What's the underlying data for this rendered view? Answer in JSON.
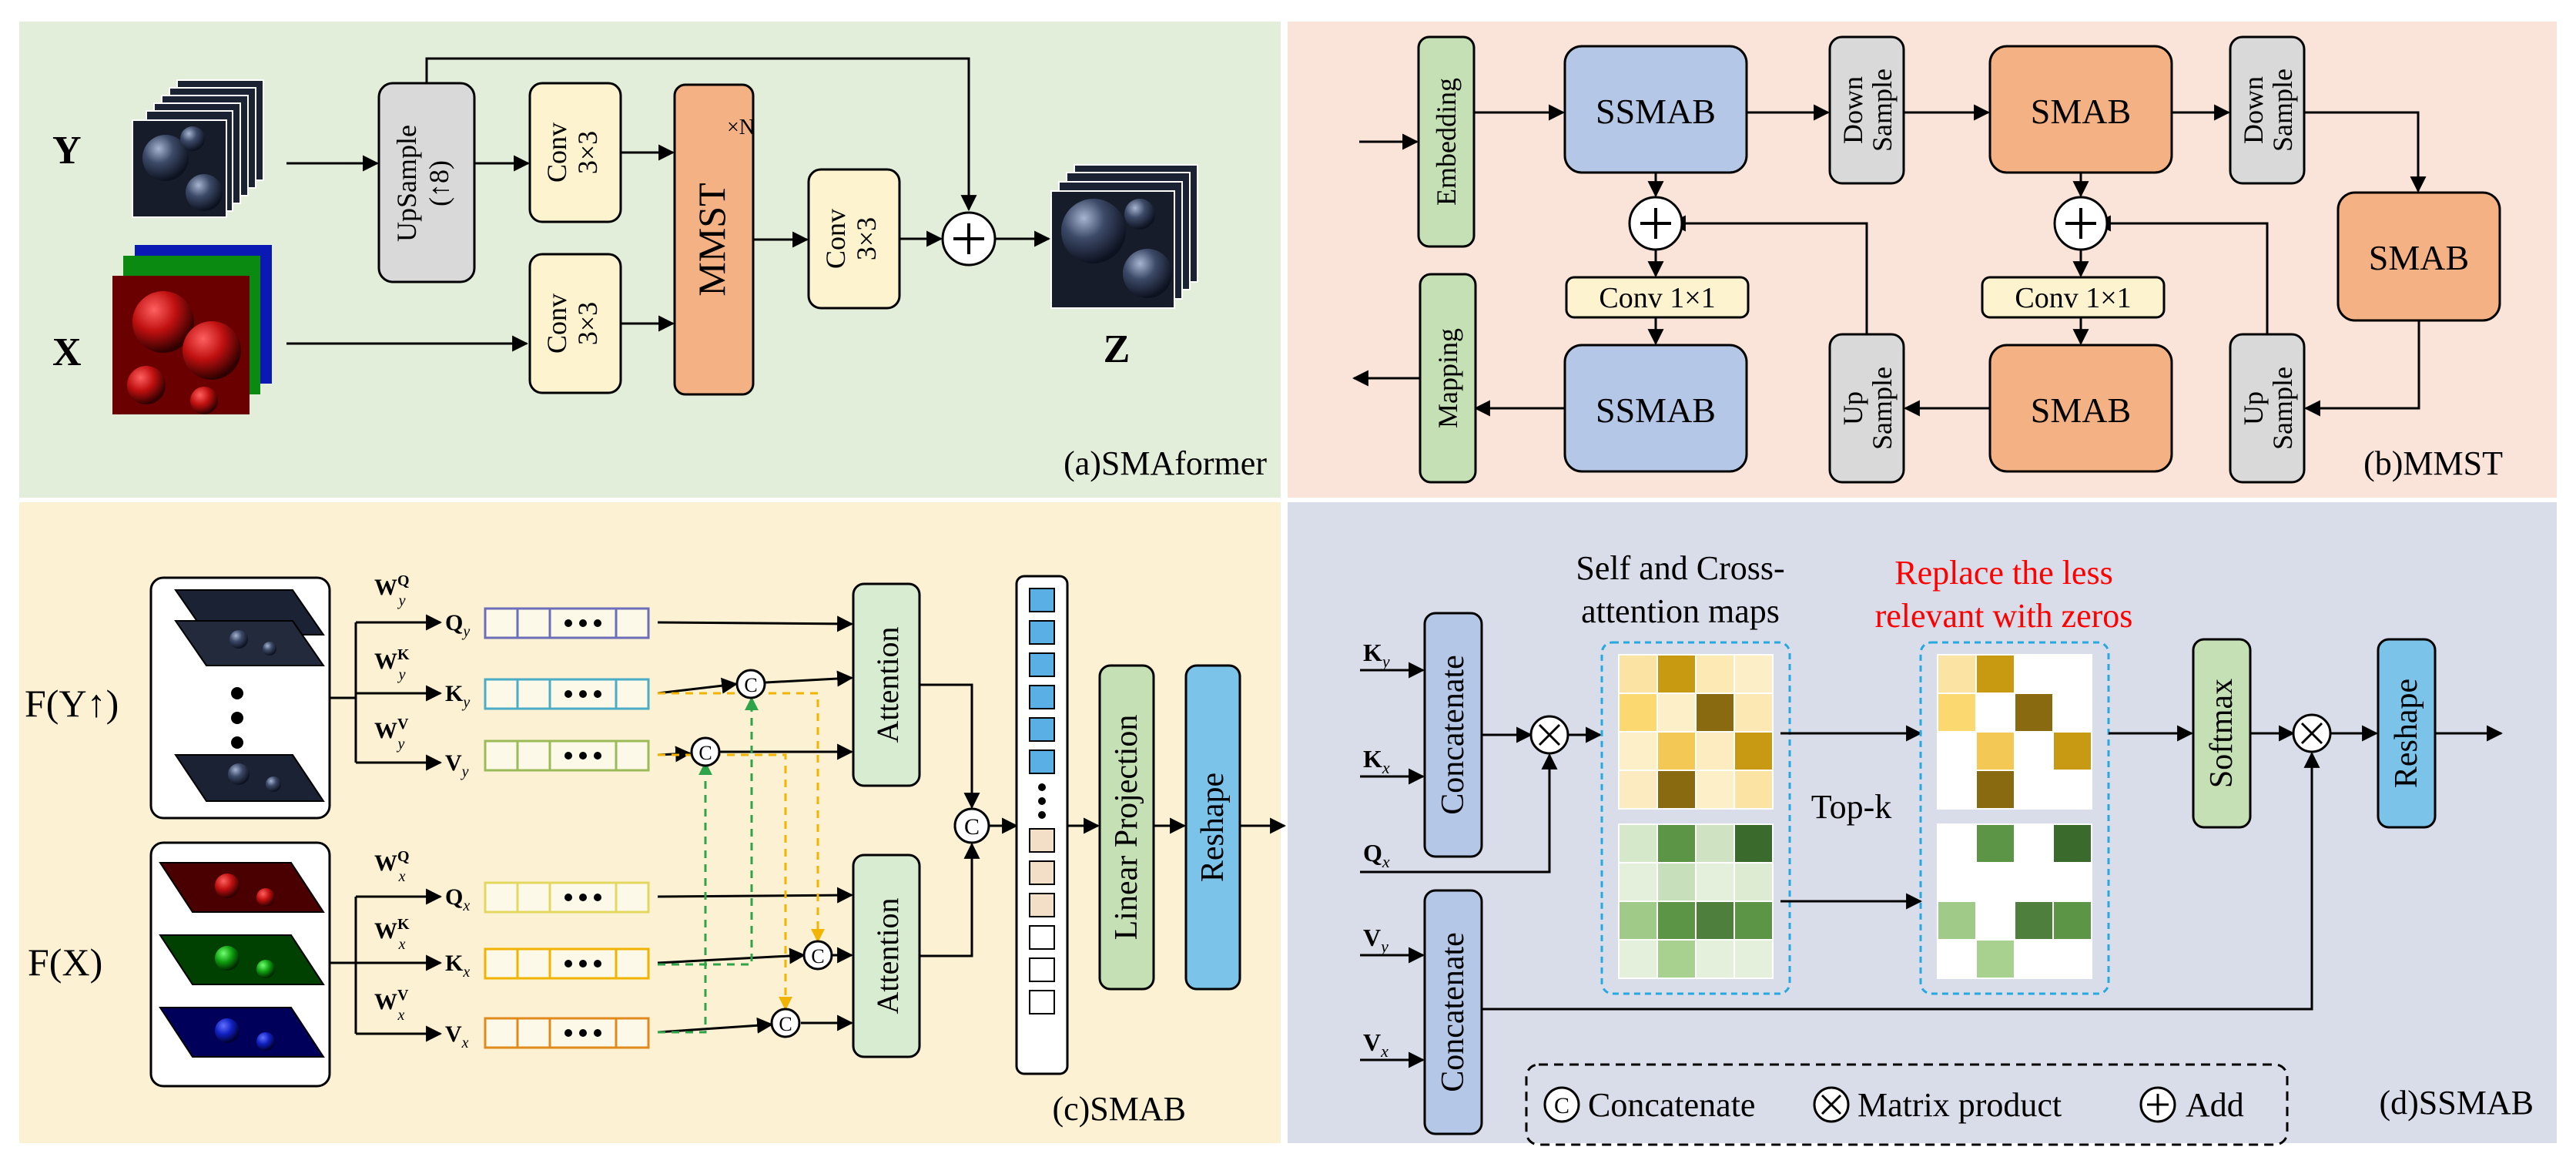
{
  "panel_a": {
    "caption": "(a)SMAformer",
    "input_y": "Y",
    "input_x": "X",
    "output_z": "Z",
    "upsample_line1": "UpSample",
    "upsample_line2": "(↑8)",
    "conv_line1": "Conv",
    "conv_line2": "3×3",
    "mmst": "MMST",
    "times_n": "×N"
  },
  "panel_b": {
    "caption": "(b)MMST",
    "embedding": "Embedding",
    "mapping": "Mapping",
    "ssmab": "SSMAB",
    "smab": "SMAB",
    "down_line1": "Down",
    "down_line2": "Sample",
    "up_line1": "Up",
    "up_line2": "Sample",
    "conv1x1": "Conv 1×1"
  },
  "panel_c": {
    "caption": "(c)SMAB",
    "fy_label": "F(Y↑)",
    "fx_label": "F(X)",
    "w_q": "W",
    "w_sup_q": "Q",
    "w_sup_k": "K",
    "w_sup_v": "V",
    "sub_y": "y",
    "sub_x": "x",
    "q": "Q",
    "k": "K",
    "v": "V",
    "attention": "Attention",
    "linear_projection": "Linear Projection",
    "reshape": "Reshape",
    "concat_symbol": "C"
  },
  "panel_d": {
    "caption": "(d)SSMAB",
    "maps_title_line1": "Self and Cross-",
    "maps_title_line2": "attention maps",
    "replace_line1": "Replace the less",
    "replace_line2": "relevant with zeros",
    "topk": "Top-k",
    "concatenate": "Concatenate",
    "softmax": "Softmax",
    "reshape": "Reshape",
    "k": "K",
    "q": "Q",
    "v": "V",
    "sub_y": "y",
    "sub_x": "x",
    "legend_concat": "Concatenate",
    "legend_matrix": "Matrix product",
    "legend_add": "Add",
    "concat_symbol": "C"
  },
  "colors": {
    "panel_a_bg": "#e2eed9",
    "panel_b_bg": "#fae3d8",
    "panel_c_bg": "#fcf1d3",
    "panel_d_bg": "#d9dde9",
    "cream": "#fdf3cf",
    "gray_box": "#d9d9d9",
    "orange": "#f4b183",
    "blue_box": "#b4c7e7",
    "green_box": "#c5e0b4",
    "sky": "#7cc3ea",
    "purple_q": "#6d6eb8",
    "teal_k": "#4bacc6",
    "lime_v": "#9bbb59",
    "yellow_q": "#e3d85f",
    "gold_k": "#f0b400",
    "orange_v": "#e08a1e",
    "red_text": "#ff0000",
    "green_dash": "#2fa34a",
    "gold_dash": "#f1b400",
    "dashed_blue": "#28a8e0"
  }
}
